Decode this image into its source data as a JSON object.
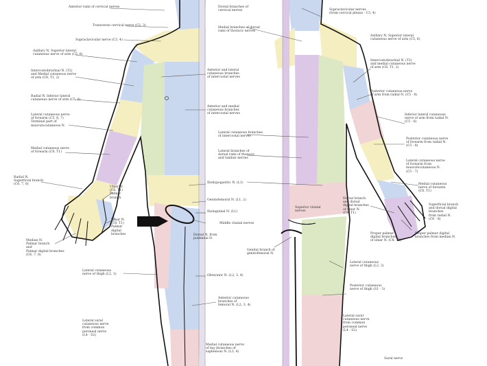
{
  "colors": {
    "violet": "#dcc8e6",
    "blue": "#c9d8ef",
    "yellow": "#f5eec0",
    "green": "#dbe8c3",
    "pink": "#f1d4d6",
    "outline": "#111111",
    "leader": "#555555"
  },
  "labels": {
    "l_top1": "Anterior rami of cervical nerves",
    "l_trans": "Transverse cervical nerve (C2, 3)",
    "l_supra": "Supraclavicular nerve (C3, 4)",
    "l_axil": "Axillary N. Superior lateral\ncutaneous nerve of arm (C5, 6)",
    "l_intercos": "Intercostobrachial N. (T2)\nand Medial cutaneous nerve\nof arm (C8, T1, 2)",
    "l_radinf": "Radial N. Inferior lateral\ncutaneous nerve of arm (C5, 6)",
    "l_latcut": "Lateral cutaneous nerve\nof forearm (C5, 6, 7)\nTerminal part of\nmusculocutaneous N.",
    "l_medcut": "Medial cutaneous nerve\nof forearm (C8, T1)",
    "l_radsup": "Radial N.\nSuperficial branch\n(C6, 7, 8)",
    "l_ulnpal": "Ulnar N.\n(C8, T1)\nPalmar\nbranch",
    "l_ulndig": "Ulnar N.\n(C8, T1)\nPalmar\ndigital\nbranches",
    "l_median": "Median N.\nPalmar branch\nand\nPalmar digital branches\n(C6, 7, 8)",
    "l_latthigh": "Lateral cutaneous\nnerve of thigh (L2, 3)",
    "l_antlat": "Anterior and lateral\ncutaneous branches\nof intercostal nerves",
    "l_antmed": "Anterior and medial\ncutaneous branches\nof intercostal nerves",
    "l_iliohyp": "Iliohypogastric N. (L1)",
    "l_genit": "Genitofemoral N. (L1, 2)",
    "l_ilioing": "Ilioinguinal N. (L1)",
    "l_dorsalp": "Dorsal N. from\npudendal N.",
    "l_obtur": "Obturator N. (L2, 3, 4)",
    "l_antcutf": "Anterior cutaneous\nbranches of\nfemoral N. (L2, 3, 4)",
    "l_latsural": "Lateral sural\ncutaneous nerve\nfrom common\nperoneal nerve\n(L4 - S2)",
    "l_medcutleg": "Medial cutaneous nerve\nof leg (branches of\nsaphenous N. (L3, 4)",
    "l_medrami": "Medial branches of dorsal\nrami of thoracic nerves",
    "l_latcutbr": "Lateral cutaneous branches\nof intercostal nerves",
    "l_latbrl": "Lateral branches of\ndorsal rami of thoracic\nand lumbar nerves",
    "l_midclun": "Middle clunial nerves",
    "l_genbr": "Genital branch of\ngenitofemoral N.",
    "l_post1": "Dorsal branches of\ncervical nerves",
    "l_suprap": "Supraclavicular nerves\n(from cervical plexus - C3, 4)",
    "l_axilp": "Axillary N. Superior lateral\ncutaneous nerve of arm (C5, 6)",
    "l_intercosp": "Intercostobrachial N. (T2)\nand medial cutaneous nerve\nof arm (C8, T1, 2)",
    "l_postcutarm": "Posterior cutaneous nerve\nof arm from radial N. (C5 - 8)",
    "l_inflat": "Inferior lateral cutaneous\nnerve of arm from radial N.\n(C5 - 6)",
    "l_postfore": "Posterior cutaneous nerve\nof forearm from radial N.\n(C5 - 8)",
    "l_latfore": "Lateral cutaneous nerve\nof forearm from\nmusculocutaneous N.\n(C5 - 7)",
    "l_medfore": "Medial cutaneous\nnerve of forearm\n(C8, T1)",
    "l_superf": "Superficial branch\nand dorsal digital\nbranches\nfrom radial N.\n(C6 - 8)",
    "l_dorsalbr": "Dorsal branch\nand dorsal\ndigital branches\nof ulnar N.\n(C8, T1)",
    "l_propul": "Proper palmar\ndigital branches\nof ulnar N. (C8, T1)",
    "l_propmed": "Proper palmar digital\nbranches from median N.",
    "l_supclun": "Superior clunial\nnerves",
    "l_latthighp": "Lateral cutaneous\nnerve of thigh (L2, 3)",
    "l_postthigh": "Posterior cutaneous\nnerve of thigh (S1 - 3)",
    "l_latsuralp": "Lateral sural\ncutaneous nerve\nfrom common\nperoneal nerve\n(L4 - S2)",
    "l_sural": "Sural nerve"
  }
}
